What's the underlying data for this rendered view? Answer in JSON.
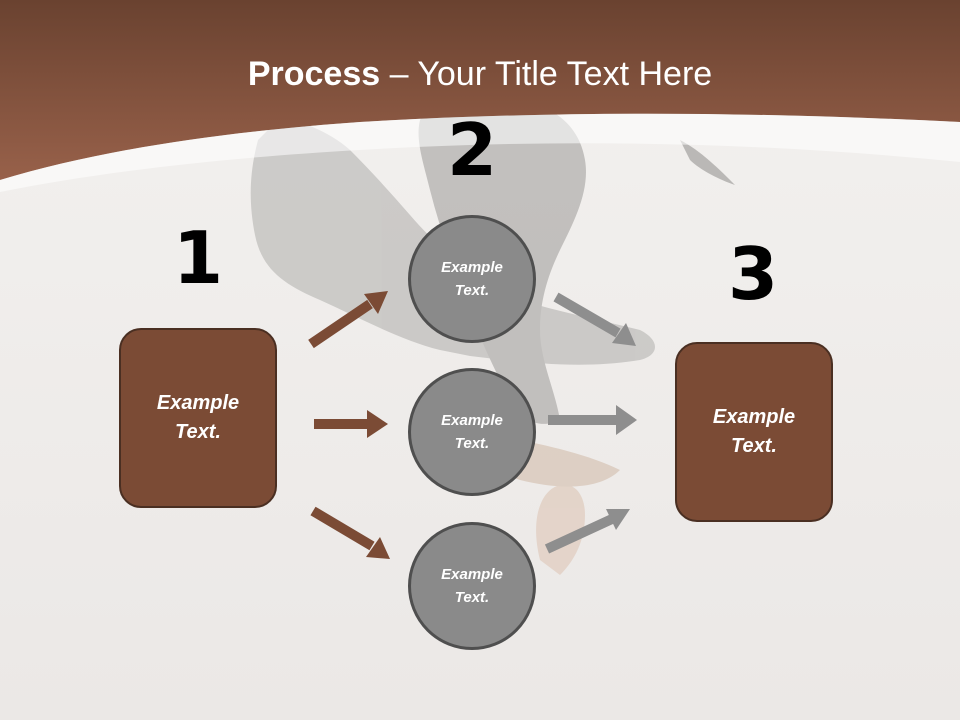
{
  "title": {
    "bold": "Process",
    "rest": " – Your Title Text Here"
  },
  "steps": {
    "one": "1",
    "two": "2",
    "three": "3"
  },
  "nodes": {
    "left": {
      "line1": "Example",
      "line2": "Text."
    },
    "middle_top": {
      "line1": "Example",
      "line2": "Text."
    },
    "middle_center": {
      "line1": "Example",
      "line2": "Text."
    },
    "middle_bottom": {
      "line1": "Example",
      "line2": "Text."
    },
    "right": {
      "line1": "Example",
      "line2": "Text."
    }
  },
  "colors": {
    "header_brown": "#7a4a34",
    "box_brown": "#7b4b35",
    "arrow_brown": "#7b4b35",
    "circle_gray": "#8a8a8a",
    "arrow_gray": "#8e8e8e"
  }
}
